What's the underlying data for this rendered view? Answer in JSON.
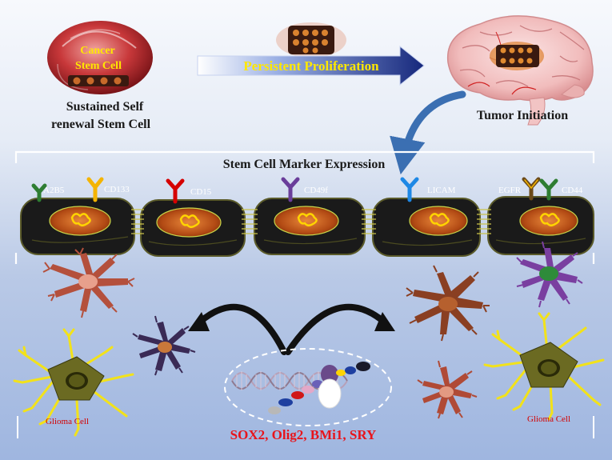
{
  "top": {
    "cancer_stem_cell_line1": "Cancer",
    "cancer_stem_cell_line2": "Stem Cell",
    "self_renewal_line1": "Sustained Self",
    "self_renewal_line2": "renewal Stem Cell",
    "proliferation_label": "Persistent Proliferation",
    "tumor_initiation_label": "Tumor Initiation"
  },
  "markers": {
    "heading": "Stem Cell Marker Expression",
    "items": [
      {
        "label": "A2B5",
        "color": "#2e7d32"
      },
      {
        "label": "CD133",
        "color": "#f4b400"
      },
      {
        "label": "CD15",
        "color": "#d50000"
      },
      {
        "label": "CD49f",
        "color": "#6a3d9a"
      },
      {
        "label": "LICAM",
        "color": "#1e88e5"
      },
      {
        "label": "EGFR",
        "color": "#6b4a1a"
      },
      {
        "label": "CD44",
        "color": "#2e7d32"
      }
    ]
  },
  "bottom": {
    "glioma_left": "Glioma  Cell",
    "glioma_right": "Glioma  Cell",
    "transcription_factors": "SOX2, Olig2, BMi1, SRY"
  },
  "colors": {
    "cell_body": "#1a1a1a",
    "nucleus": "#c0561a",
    "arrow_blue": "#1a2f8a",
    "title_yellow": "#ffe800",
    "factor_red": "#e8141b",
    "glioma_label": "#d40000"
  }
}
